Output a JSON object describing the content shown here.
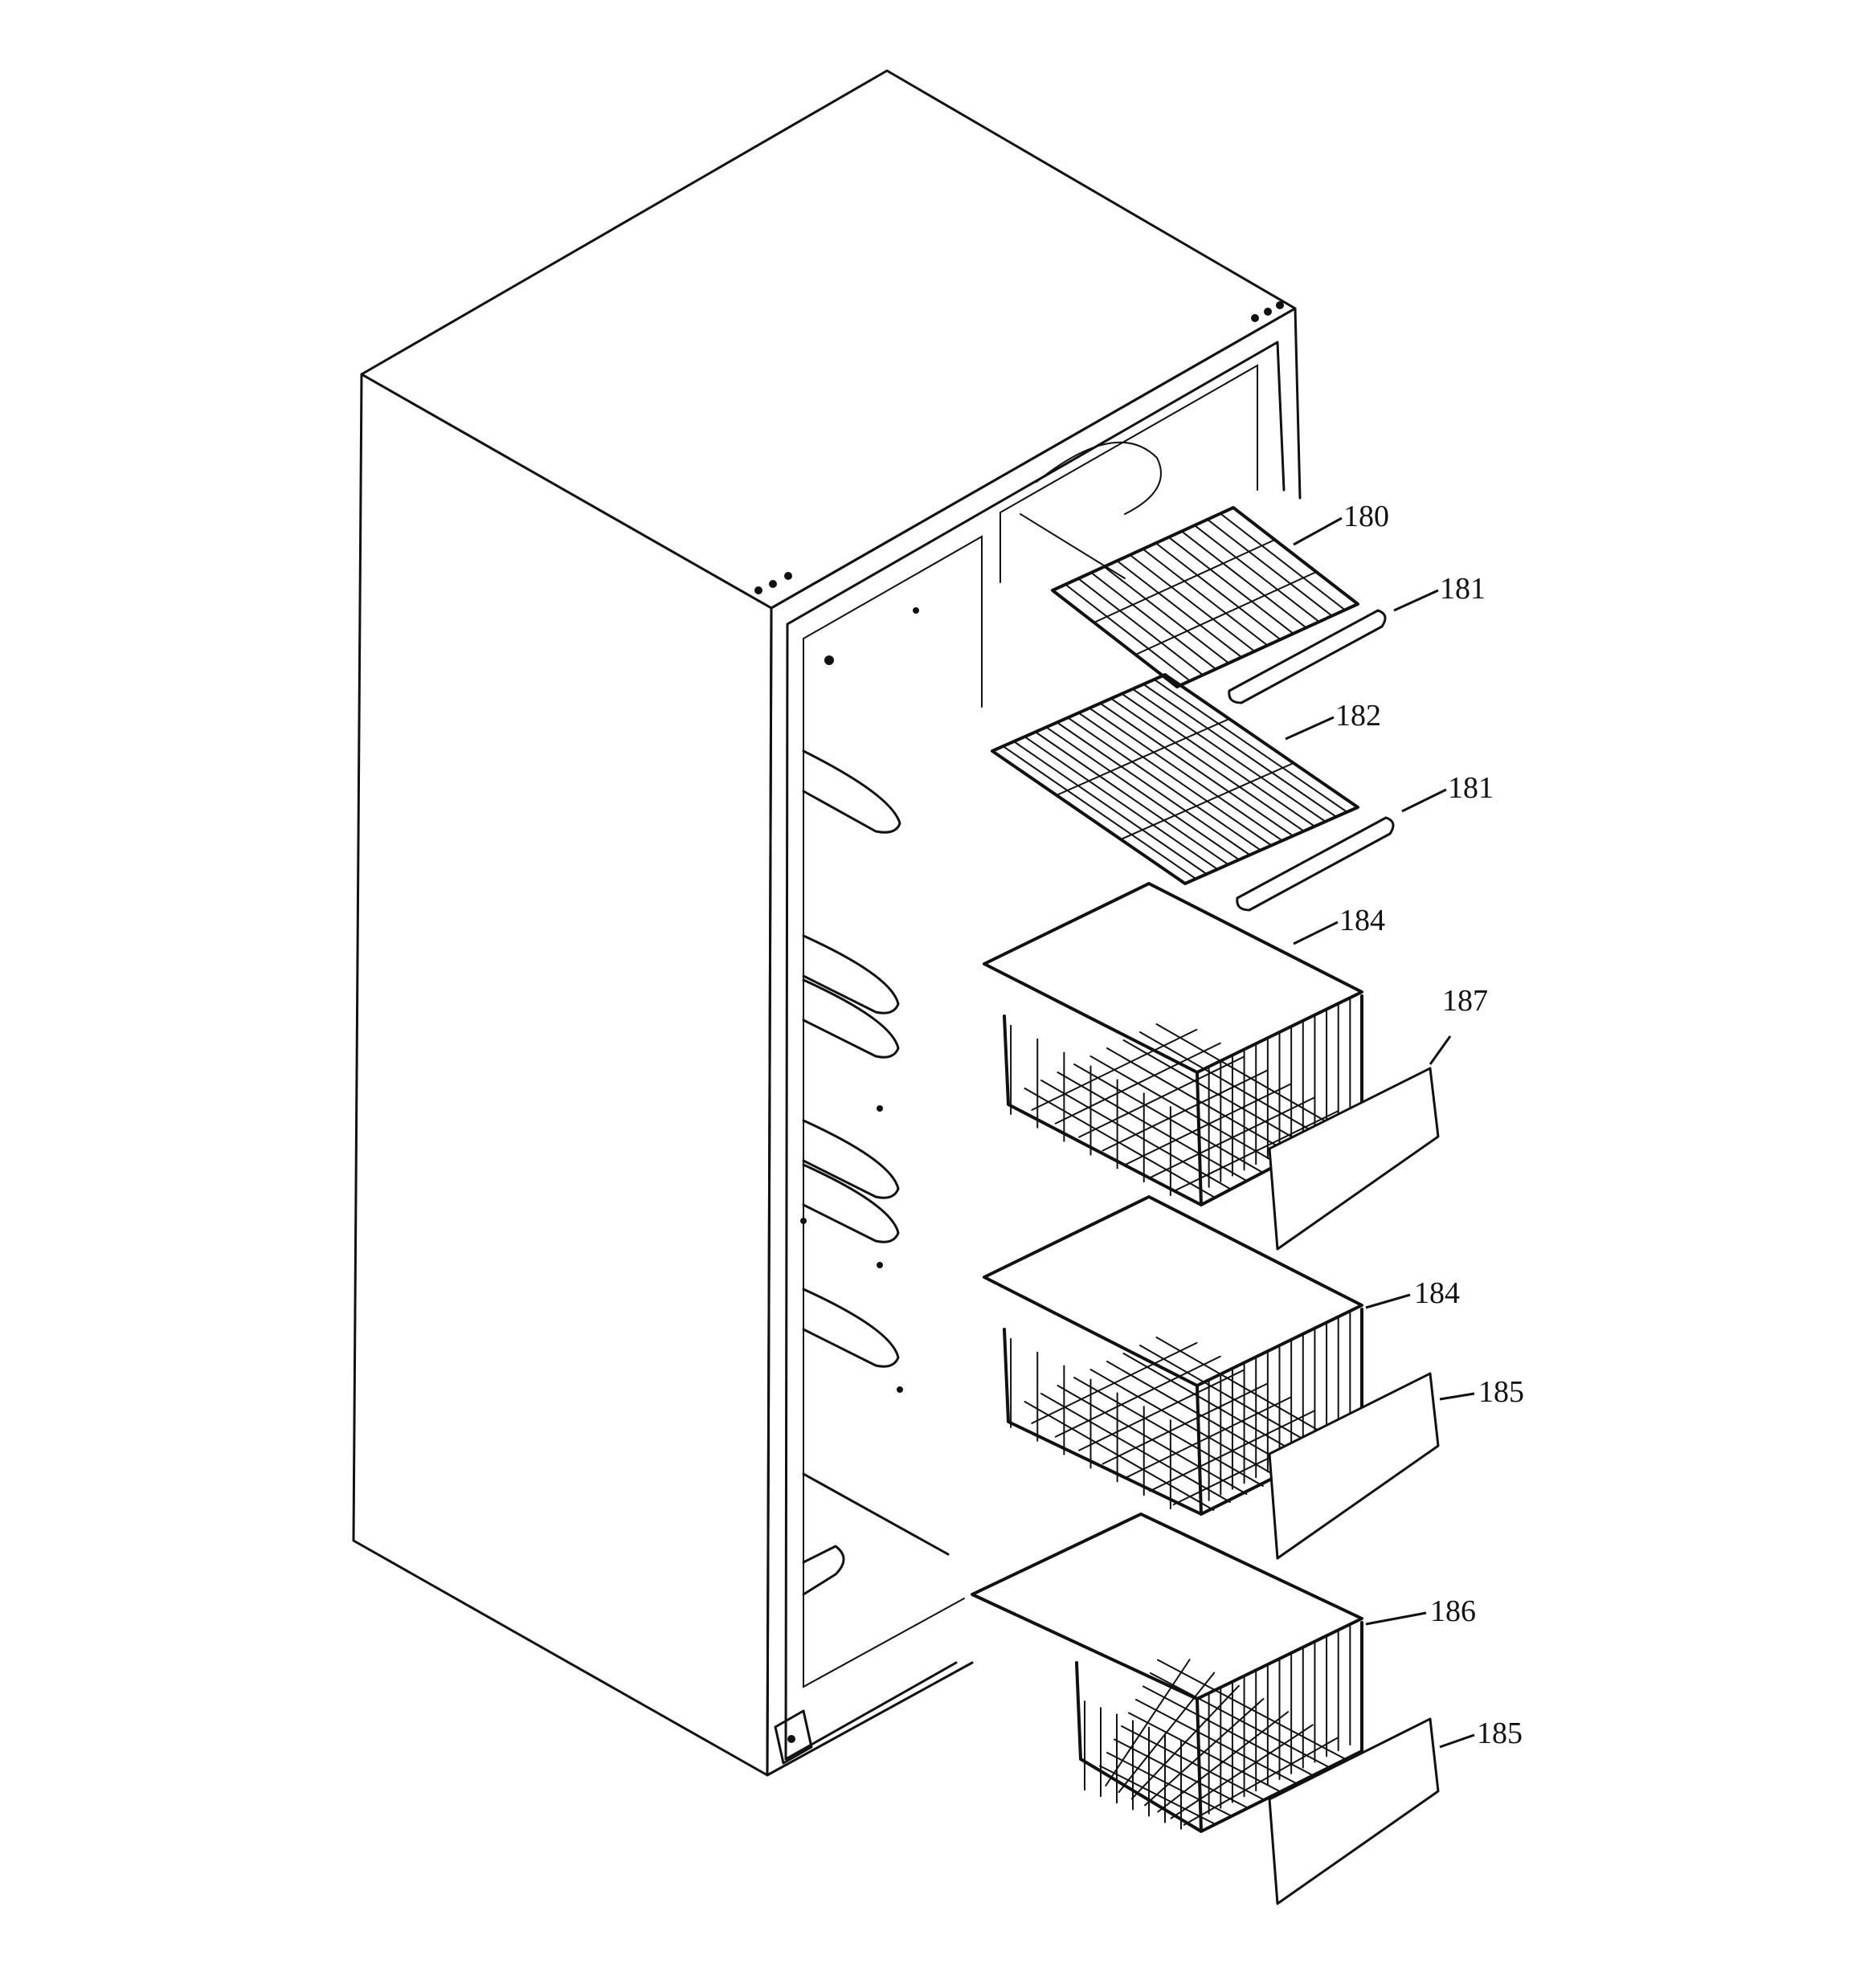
{
  "callouts": [
    {
      "id": "c180",
      "text": "180"
    },
    {
      "id": "c181a",
      "text": "181"
    },
    {
      "id": "c182",
      "text": "182"
    },
    {
      "id": "c181b",
      "text": "181"
    },
    {
      "id": "c184a",
      "text": "184"
    },
    {
      "id": "c187",
      "text": "187"
    },
    {
      "id": "c184b",
      "text": "184"
    },
    {
      "id": "c185a",
      "text": "185"
    },
    {
      "id": "c186",
      "text": "186"
    },
    {
      "id": "c185b",
      "text": "185"
    }
  ]
}
